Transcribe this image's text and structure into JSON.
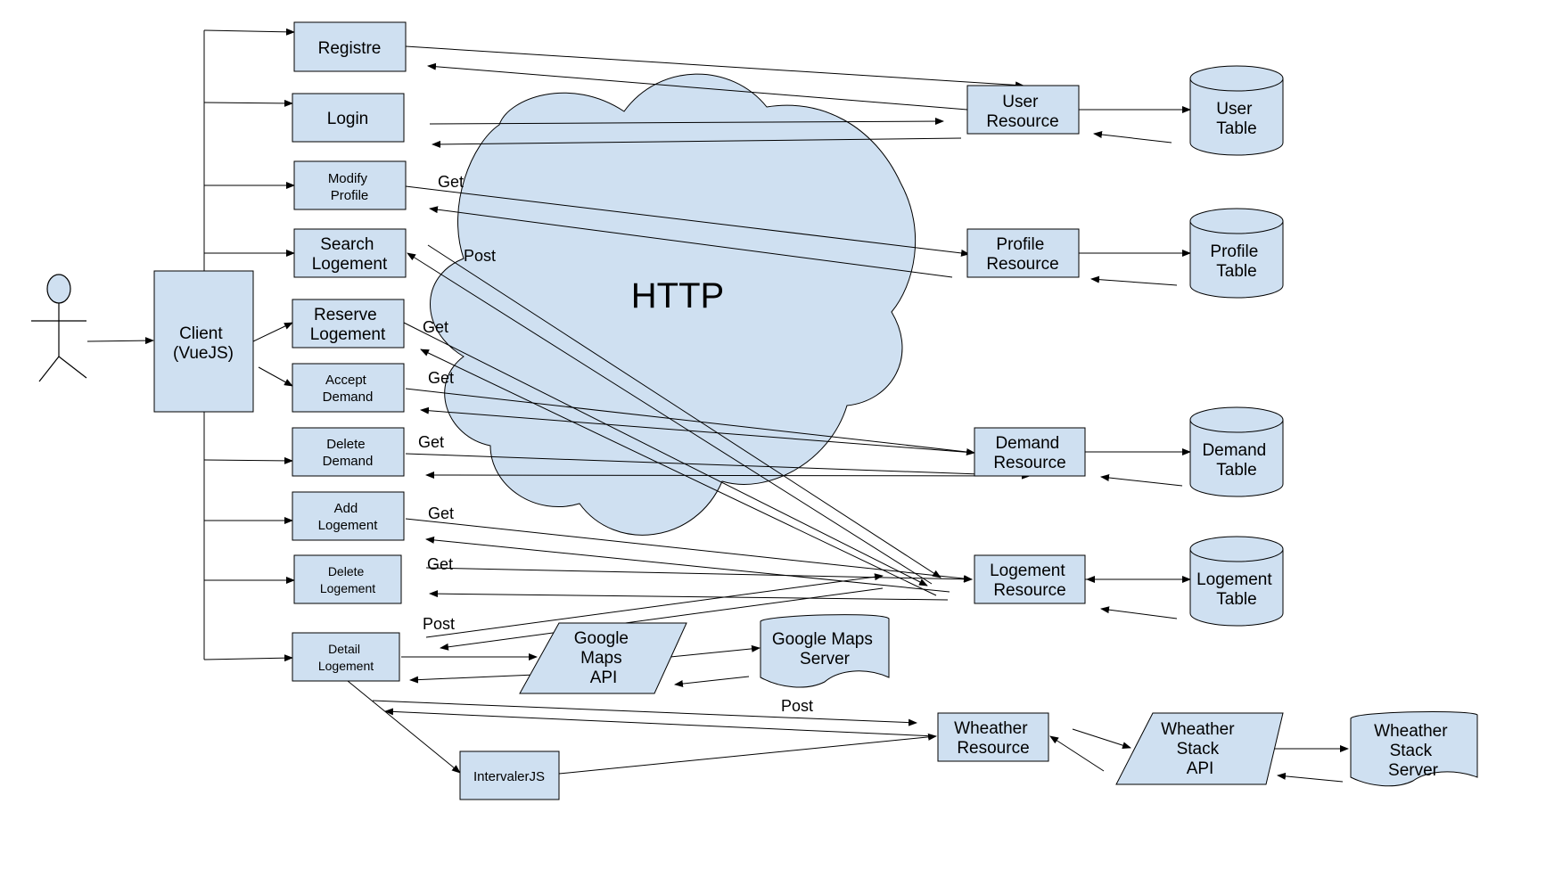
{
  "colors": {
    "node_fill": "#cfe0f1",
    "stroke": "#000000",
    "background": "#ffffff"
  },
  "actor": {
    "icon": "stick-figure-icon"
  },
  "cloud": {
    "label": "HTTP",
    "icon": "cloud-icon"
  },
  "client": {
    "lines": [
      "Client",
      "(VueJS)"
    ]
  },
  "actions": {
    "registre": [
      "Registre"
    ],
    "login": [
      "Login"
    ],
    "modify_profile": [
      "Modify",
      "Profile"
    ],
    "search_logement": [
      "Search",
      "Logement"
    ],
    "reserve_logement": [
      "Reserve",
      "Logement"
    ],
    "accept_demand": [
      "Accept",
      "Demand"
    ],
    "delete_demand": [
      "Delete",
      "Demand"
    ],
    "add_logement": [
      "Add",
      "Logement"
    ],
    "delete_logement": [
      "Delete",
      "Logement"
    ],
    "detail_logement": [
      "Detail",
      "Logement"
    ]
  },
  "resources": {
    "user": [
      "User",
      "Resource"
    ],
    "profile": [
      "Profile",
      "Resource"
    ],
    "demand": [
      "Demand",
      "Resource"
    ],
    "logement": [
      "Logement",
      "Resource"
    ],
    "weather": [
      "Wheather",
      "Resource"
    ]
  },
  "tables": {
    "user": [
      "User",
      "Table"
    ],
    "profile": [
      "Profile",
      "Table"
    ],
    "demand": [
      "Demand",
      "Table"
    ],
    "logement": [
      "Logement",
      "Table"
    ]
  },
  "apis": {
    "google_maps": [
      "Google",
      "Maps",
      "API"
    ],
    "weather_stack": [
      "Wheather",
      "Stack",
      "API"
    ]
  },
  "servers": {
    "google_maps": [
      "Google Maps",
      "Server"
    ],
    "weather_stack": [
      "Wheather",
      "Stack",
      "Server"
    ]
  },
  "intervaljs": {
    "label": "IntervalerJS"
  },
  "edge_labels": {
    "modify_get": "Get",
    "search_post": "Post",
    "reserve_get": "Get",
    "accept_get": "Get",
    "delete_demand_get": "Get",
    "add_logement_get": "Get",
    "delete_logement_get": "Get",
    "detail_post": "Post",
    "weather_post": "Post"
  }
}
